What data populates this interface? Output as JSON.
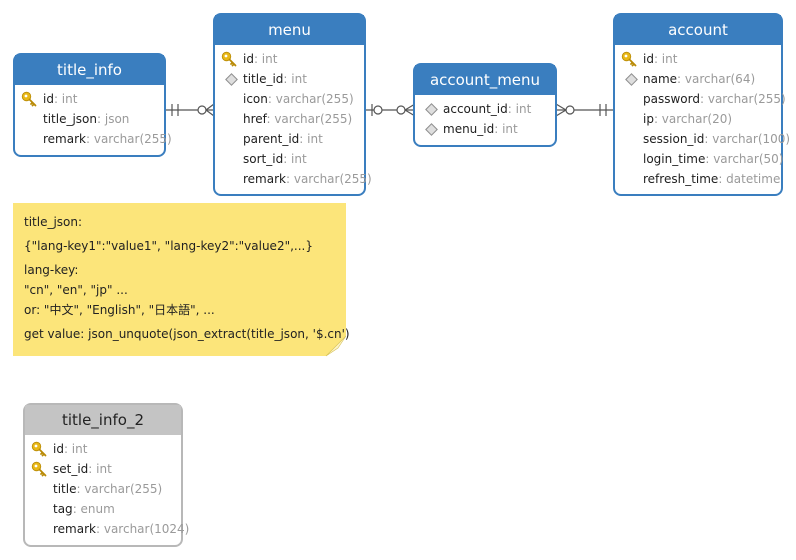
{
  "entities": {
    "title_info": {
      "name": "title_info",
      "fields": [
        {
          "name": "id",
          "type": ": int",
          "icon": "primary-key-icon"
        },
        {
          "name": "title_json",
          "type": ": json",
          "icon": ""
        },
        {
          "name": "remark",
          "type": ": varchar(255)",
          "icon": ""
        }
      ]
    },
    "menu": {
      "name": "menu",
      "fields": [
        {
          "name": "id",
          "type": ": int",
          "icon": "primary-key-icon"
        },
        {
          "name": "title_id",
          "type": ": int",
          "icon": "foreign-key-icon"
        },
        {
          "name": "icon",
          "type": ": varchar(255)",
          "icon": ""
        },
        {
          "name": "href",
          "type": ": varchar(255)",
          "icon": ""
        },
        {
          "name": "parent_id",
          "type": ": int",
          "icon": ""
        },
        {
          "name": "sort_id",
          "type": ": int",
          "icon": ""
        },
        {
          "name": "remark",
          "type": ": varchar(255)",
          "icon": ""
        }
      ]
    },
    "account_menu": {
      "name": "account_menu",
      "fields": [
        {
          "name": "account_id",
          "type": ": int",
          "icon": "foreign-key-icon"
        },
        {
          "name": "menu_id",
          "type": ": int",
          "icon": "foreign-key-icon"
        }
      ]
    },
    "account": {
      "name": "account",
      "fields": [
        {
          "name": "id",
          "type": ": int",
          "icon": "primary-key-icon"
        },
        {
          "name": "name",
          "type": ": varchar(64)",
          "icon": "foreign-key-icon"
        },
        {
          "name": "password",
          "type": ": varchar(255)",
          "icon": ""
        },
        {
          "name": "ip",
          "type": ": varchar(20)",
          "icon": ""
        },
        {
          "name": "session_id",
          "type": ": varchar(100)",
          "icon": ""
        },
        {
          "name": "login_time",
          "type": ": varchar(50)",
          "icon": ""
        },
        {
          "name": "refresh_time",
          "type": ": datetime",
          "icon": ""
        }
      ]
    },
    "title_info_2": {
      "name": "title_info_2",
      "fields": [
        {
          "name": "id",
          "type": ": int",
          "icon": "primary-key-icon"
        },
        {
          "name": "set_id",
          "type": ": int",
          "icon": "primary-key-icon"
        },
        {
          "name": "title",
          "type": ": varchar(255)",
          "icon": ""
        },
        {
          "name": "tag",
          "type": ": enum",
          "icon": ""
        },
        {
          "name": "remark",
          "type": ": varchar(1024)",
          "icon": ""
        }
      ]
    }
  },
  "note": {
    "lines": [
      "title_json:",
      "{\"lang-key1\":\"value1\", \"lang-key2\":\"value2\",...}",
      "lang-key:",
      "\"cn\", \"en\", \"jp\" ...",
      "or: \"中文\", \"English\", \"日本語\", ...",
      "get value: json_unquote(json_extract(title_json, '$.cn')"
    ]
  },
  "colors": {
    "header_blue": "#3a7ebf",
    "header_gray": "#c4c4c4",
    "note_yellow": "#fce57a",
    "key_gold": "#e8b817",
    "type_gray": "#9a9a9a",
    "connector": "#555555"
  }
}
